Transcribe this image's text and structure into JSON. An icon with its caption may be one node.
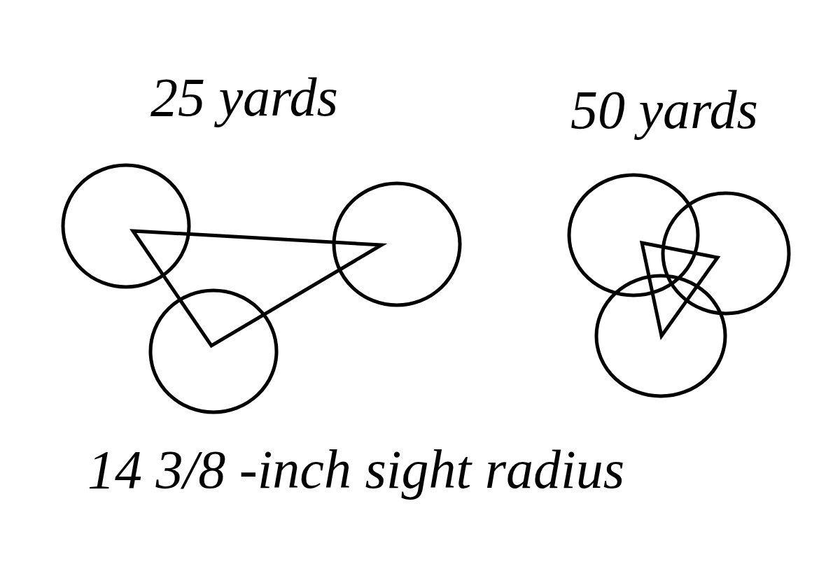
{
  "diagram": {
    "caption": "14 3/8 -inch sight radius",
    "labels": [
      "25 yards",
      "50 yards"
    ]
  }
}
